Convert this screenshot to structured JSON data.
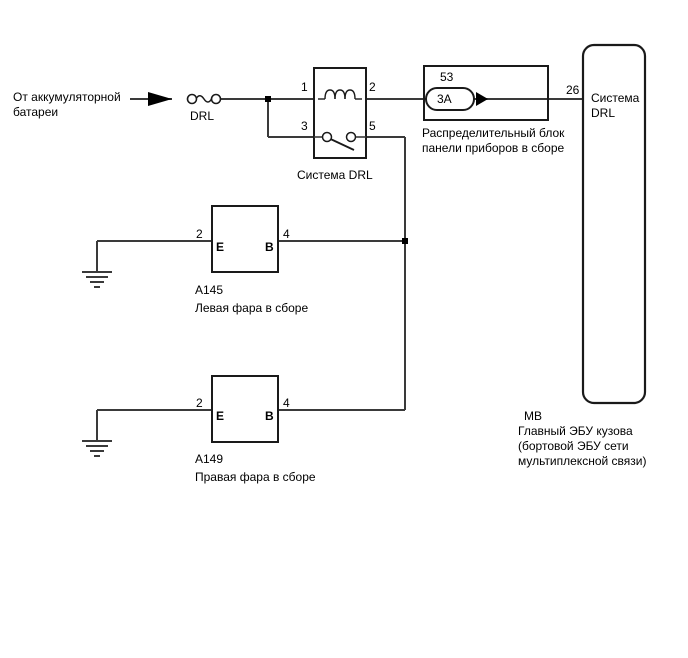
{
  "diagram": {
    "title_hidden": "",
    "source": {
      "label_line1": "От аккумуляторной",
      "label_line2": "батареи",
      "fuse_label": "DRL"
    },
    "relay": {
      "pin_top_left": "1",
      "pin_top_right": "2",
      "pin_bottom_left": "3",
      "pin_bottom_right": "5",
      "caption": "Система DRL"
    },
    "junction_block": {
      "slot_number": "53",
      "fuse_rating": "3A",
      "pin_number": "26",
      "caption_line1": "Распределительный блок",
      "caption_line2": "панели приборов в сборе"
    },
    "ecu": {
      "port_line1": "Система",
      "port_line2": "DRL",
      "code": "MB",
      "caption_line1": "Главный ЭБУ кузова",
      "caption_line2": "(бортовой ЭБУ сети",
      "caption_line3": "мультиплексной связи)"
    },
    "left_headlight": {
      "pin_left": "2",
      "pin_right": "4",
      "terminal_left": "E",
      "terminal_right": "B",
      "code": "A145",
      "caption": "Левая фара в сборе"
    },
    "right_headlight": {
      "pin_left": "2",
      "pin_right": "4",
      "terminal_left": "E",
      "terminal_right": "B",
      "code": "A149",
      "caption": "Правая фара в сборе"
    },
    "colors": {
      "line": "#3a3a3a",
      "box_stroke": "#1a1a1a",
      "background": "#ffffff",
      "text": "#000000"
    }
  }
}
